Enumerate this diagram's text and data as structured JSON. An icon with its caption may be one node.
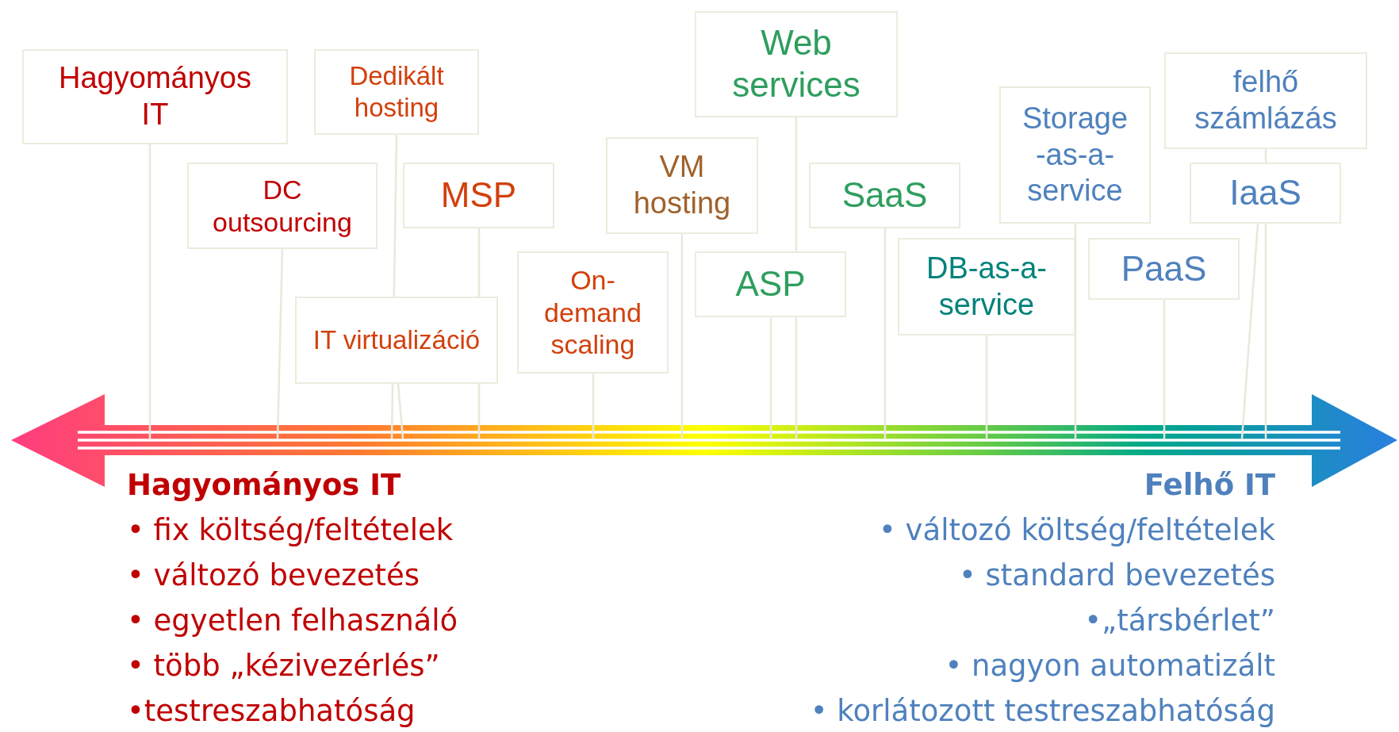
{
  "diagram": {
    "nodes": [
      {
        "text": [
          "Hagyományos IT"
        ]
      },
      {
        "text": [
          "Dedikált hosting"
        ]
      },
      {
        "text": [
          "DC outsourcing"
        ]
      },
      {
        "text": [
          "MSP"
        ]
      },
      {
        "text": [
          "IT virtualizáció"
        ]
      },
      {
        "text": [
          "VM hosting"
        ]
      },
      {
        "text": [
          "On-demand scaling"
        ]
      },
      {
        "text": [
          "Web services"
        ]
      },
      {
        "text": [
          "ASP"
        ]
      },
      {
        "text": [
          "SaaS"
        ]
      },
      {
        "text": [
          "DB-as-a-service"
        ]
      },
      {
        "text": [
          "Storage -as-a-service"
        ]
      },
      {
        "text": [
          "PaaS"
        ]
      },
      {
        "text": [
          "felhő számlázás"
        ]
      },
      {
        "text": [
          "IaaS"
        ]
      }
    ],
    "edges": [
      {
        "from": 0,
        "to": null,
        "arrow": "none"
      },
      {
        "from": 1,
        "to": null,
        "arrow": "none"
      },
      {
        "from": 2,
        "to": null,
        "arrow": "none"
      },
      {
        "from": 3,
        "to": null,
        "arrow": "none"
      },
      {
        "from": 4,
        "to": null,
        "arrow": "none"
      },
      {
        "from": 5,
        "to": null,
        "arrow": "none"
      },
      {
        "from": 6,
        "to": null,
        "arrow": "none"
      },
      {
        "from": 7,
        "to": null,
        "arrow": "none"
      },
      {
        "from": 8,
        "to": null,
        "arrow": "none"
      },
      {
        "from": 9,
        "to": null,
        "arrow": "none"
      },
      {
        "from": 10,
        "to": null,
        "arrow": "none"
      },
      {
        "from": 11,
        "to": null,
        "arrow": "none"
      },
      {
        "from": 12,
        "to": null,
        "arrow": "none"
      },
      {
        "from": 13,
        "to": null,
        "arrow": "none"
      },
      {
        "from": 14,
        "to": null,
        "arrow": "none"
      }
    ],
    "labels": [
      "Hagyományos IT",
      "Felhő IT",
      "• fix költség/feltételek",
      "• változó költség/feltételek",
      "• változó bevezetés",
      "• standard bevezetés",
      "• egyetlen felhasználó",
      "•„társbérlet”",
      "• több „kézivezérlés”",
      "• nagyon automatizált",
      "•testreszabhatóság",
      "• korlátozott testreszabhatóság"
    ]
  }
}
